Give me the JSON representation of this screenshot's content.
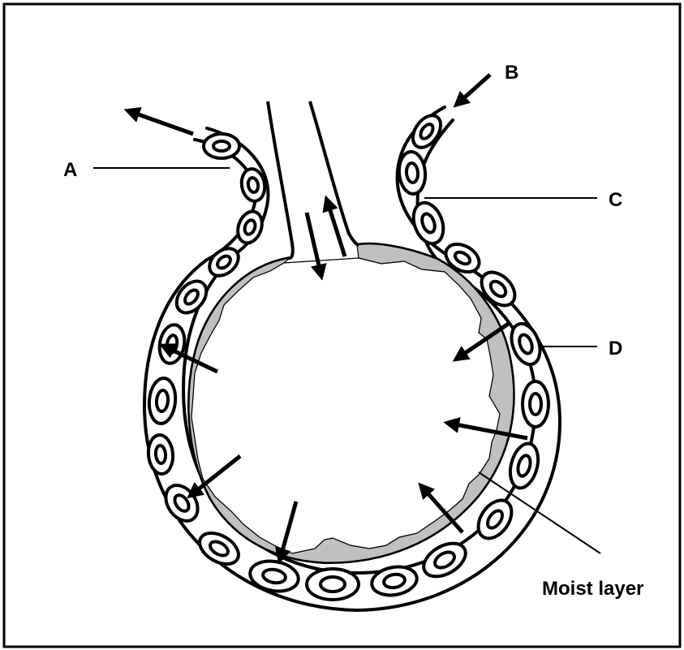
{
  "labels": {
    "a": "A",
    "b": "B",
    "c": "C",
    "d": "D",
    "moist_layer": "Moist layer"
  },
  "colors": {
    "outline": "#000000",
    "moist_layer_fill": "#c0c0c0",
    "background": "#ffffff"
  }
}
